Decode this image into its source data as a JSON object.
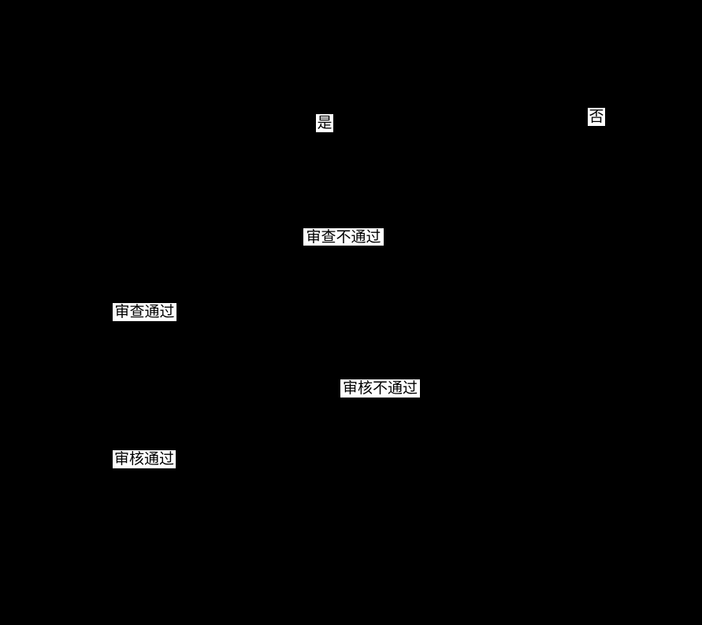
{
  "diagram": {
    "type": "flowchart",
    "background_color": "#000000",
    "label_background_color": "#ffffff",
    "label_text_color": "#000000",
    "edge_labels": [
      {
        "id": "yes",
        "text": "是"
      },
      {
        "id": "no",
        "text": "否"
      },
      {
        "id": "review-fail",
        "text": "审查不通过"
      },
      {
        "id": "review-pass",
        "text": "审查通过"
      },
      {
        "id": "audit-fail",
        "text": "审核不通过"
      },
      {
        "id": "audit-pass",
        "text": "审核通过"
      }
    ]
  }
}
